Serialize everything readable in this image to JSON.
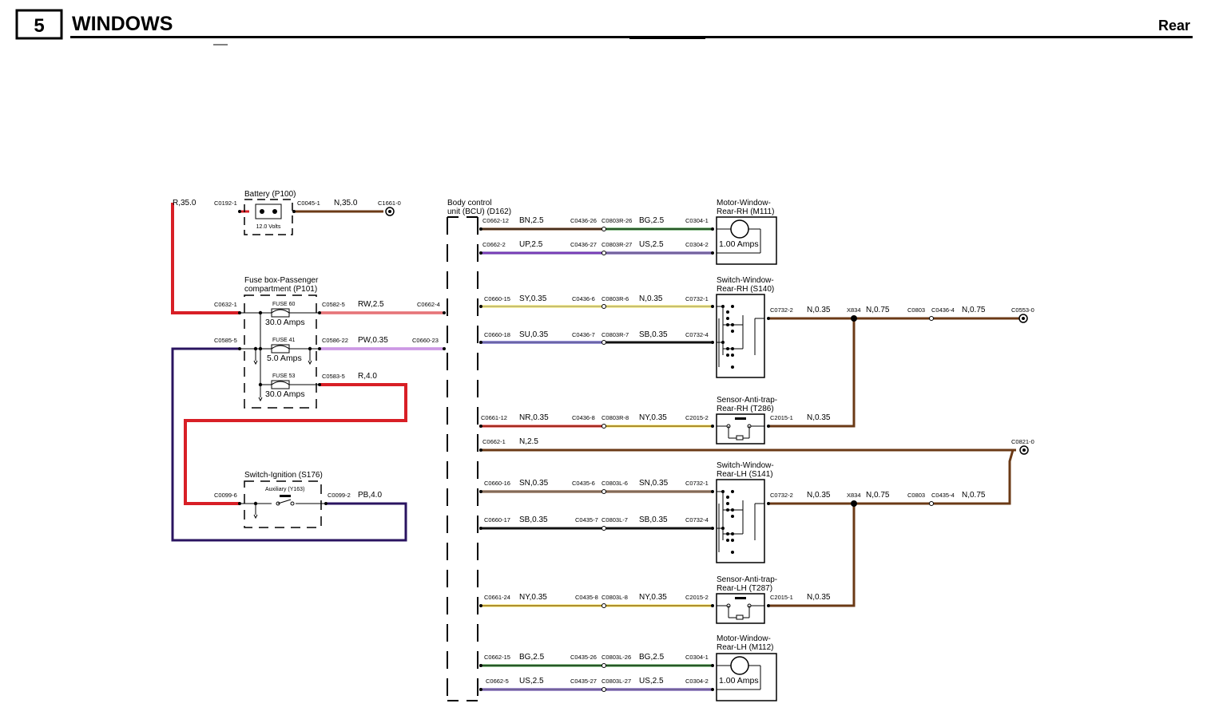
{
  "header": {
    "section_number": "5",
    "title": "WINDOWS",
    "subtitle": "Rear"
  },
  "colors": {
    "R": "#d81f26",
    "N": "#6b3a16",
    "U": "#4b2a9b",
    "B": "#111111",
    "G": "#2e8b2e",
    "Y": "#f2e34a",
    "S": "#9a9a9a",
    "P": "#a94fd0",
    "W": "#eeeeee"
  },
  "components": {
    "battery": {
      "label": "Battery (P100)",
      "voltage": "12.0 Volts"
    },
    "fusebox": {
      "label1": "Fuse box-Passenger",
      "label2": "compartment (P101)"
    },
    "fuse60": {
      "name": "FUSE 60",
      "amps": "30.0 Amps"
    },
    "fuse41": {
      "name": "FUSE 41",
      "amps": "5.0 Amps"
    },
    "fuse53": {
      "name": "FUSE 53",
      "amps": "30.0 Amps"
    },
    "ignition": {
      "label": "Switch-Ignition (S176)",
      "aux": "Auxiliary (Y163)"
    },
    "bcu": {
      "label1": "Body control",
      "label2": "unit (BCU) (D162)"
    },
    "motor_rh": {
      "label1": "Motor-Window-",
      "label2": "Rear-RH (M111)",
      "amps": "1.00 Amps"
    },
    "switch_rh": {
      "label1": "Switch-Window-",
      "label2": "Rear-RH (S140)"
    },
    "sensor_rh": {
      "label1": "Sensor-Anti-trap-",
      "label2": "Rear-RH (T286)"
    },
    "switch_lh": {
      "label1": "Switch-Window-",
      "label2": "Rear-LH (S141)"
    },
    "sensor_lh": {
      "label1": "Sensor-Anti-trap-",
      "label2": "Rear-LH (T287)"
    },
    "motor_lh": {
      "label1": "Motor-Window-",
      "label2": "Rear-LH (M112)",
      "amps": "1.00 Amps"
    }
  },
  "connectors": {
    "c0192_1": "C0192-1",
    "c0045_1": "C0045-1",
    "c1661_0": "C1661-0",
    "c0632_1": "C0632-1",
    "c0582_5": "C0582-5",
    "c0662_4": "C0662-4",
    "c0585_5": "C0585-5",
    "c0586_22": "C0586-22",
    "c0660_23": "C0660-23",
    "c0583_5": "C0583-5",
    "c0099_6": "C0099-6",
    "c0099_2": "C0099-2",
    "c0662_12": "C0662-12",
    "c0436_26": "C0436-26",
    "c0803r_26": "C0803R-26",
    "c0304_1a": "C0304-1",
    "c0662_2": "C0662-2",
    "c0436_27": "C0436-27",
    "c0803r_27": "C0803R-27",
    "c0304_2a": "C0304-2",
    "c0660_15": "C0660-15",
    "c0436_6": "C0436-6",
    "c0803r_6": "C0803R-6",
    "c0732_1a": "C0732-1",
    "c0732_2a": "C0732-2",
    "x834a": "X834",
    "c0803a": "C0803",
    "c0436_4": "C0436-4",
    "c0553_0": "C0553-0",
    "c0660_18": "C0660-18",
    "c0436_7": "C0436-7",
    "c0803r_7": "C0803R-7",
    "c0732_4a": "C0732-4",
    "c0661_12": "C0661-12",
    "c0436_8": "C0436-8",
    "c0803r_8": "C0803R-8",
    "c2015_2a": "C2015-2",
    "c2015_1a": "C2015-1",
    "c0662_1": "C0662-1",
    "c0821_0": "C0821-0",
    "c0660_16": "C0660-16",
    "c0435_6": "C0435-6",
    "c0803l_6": "C0803L-6",
    "c0732_1b": "C0732-1",
    "c0732_2b": "C0732-2",
    "x834b": "X834",
    "c0803b": "C0803",
    "c0435_4": "C0435-4",
    "c0660_17": "C0660-17",
    "c0435_7": "C0435-7",
    "c0803l_7": "C0803L-7",
    "c0732_4b": "C0732-4",
    "c0661_24": "C0661-24",
    "c0435_8": "C0435-8",
    "c0803l_8": "C0803L-8",
    "c2015_2b": "C2015-2",
    "c2015_1b": "C2015-1",
    "c0662_15": "C0662-15",
    "c0435_26": "C0435-26",
    "c0803l_26": "C0803L-26",
    "c0304_1b": "C0304-1",
    "c0662_5": "C0662-5",
    "c0435_27": "C0435-27",
    "c0803l_27": "C0803L-27",
    "c0304_2b": "C0304-2"
  },
  "wires": {
    "r35": "R,35.0",
    "n35": "N,35.0",
    "rw25": "RW,2.5",
    "pw035": "PW,0.35",
    "r40": "R,4.0",
    "pb40": "PB,4.0",
    "bn25": "BN,2.5",
    "bg25a": "BG,2.5",
    "up25": "UP,2.5",
    "us25a": "US,2.5",
    "sy035": "SY,0.35",
    "n035a": "N,0.35",
    "n035b": "N,0.35",
    "n075a": "N,0.75",
    "n075b": "N,0.75",
    "su035": "SU,0.35",
    "sb035a": "SB,0.35",
    "nr035": "NR,0.35",
    "ny035a": "NY,0.35",
    "n035c": "N,0.35",
    "n25": "N,2.5",
    "sn035a": "SN,0.35",
    "sn035b": "SN,0.35",
    "n035d": "N,0.35",
    "n075c": "N,0.75",
    "n075d": "N,0.75",
    "sb035b": "SB,0.35",
    "sb035c": "SB,0.35",
    "ny035b": "NY,0.35",
    "ny035c": "NY,0.35",
    "n035e": "N,0.35",
    "bg25b": "BG,2.5",
    "bg25c": "BG,2.5",
    "us25b": "US,2.5",
    "us25c": "US,2.5"
  }
}
